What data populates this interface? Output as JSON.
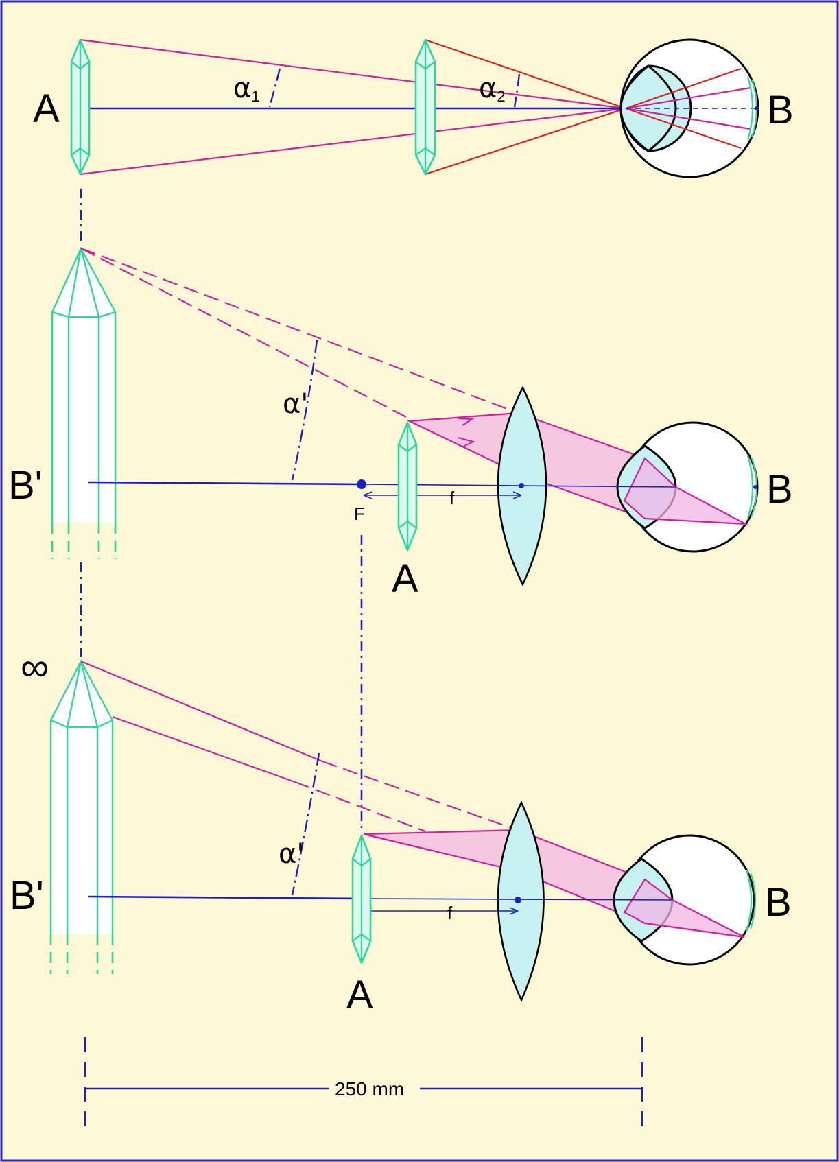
{
  "labels": {
    "top_object": "A",
    "top_eye": "B",
    "alpha1_base": "α",
    "alpha1_sub": "1",
    "alpha2_base": "α",
    "alpha2_sub": "2",
    "mid_image": "B'",
    "mid_alpha": "α'",
    "mid_focus": "F",
    "mid_f": "f",
    "mid_object": "A",
    "mid_eye": "B",
    "infinity": "∞",
    "bot_image": "B'",
    "bot_alpha": "α'",
    "bot_f": "f",
    "bot_object": "A",
    "bot_eye": "B",
    "distance": "250 mm"
  },
  "colors": {
    "background": "#fdf9d6",
    "frame": "#2a2ad4",
    "axis": "#1f1fc8",
    "ray": "#d61e9c",
    "ray_red": "#e4201e",
    "crystal": "#2fd6a0",
    "lens_fill": "#c8f2f2",
    "beam_fill": "#f2b6e4"
  }
}
